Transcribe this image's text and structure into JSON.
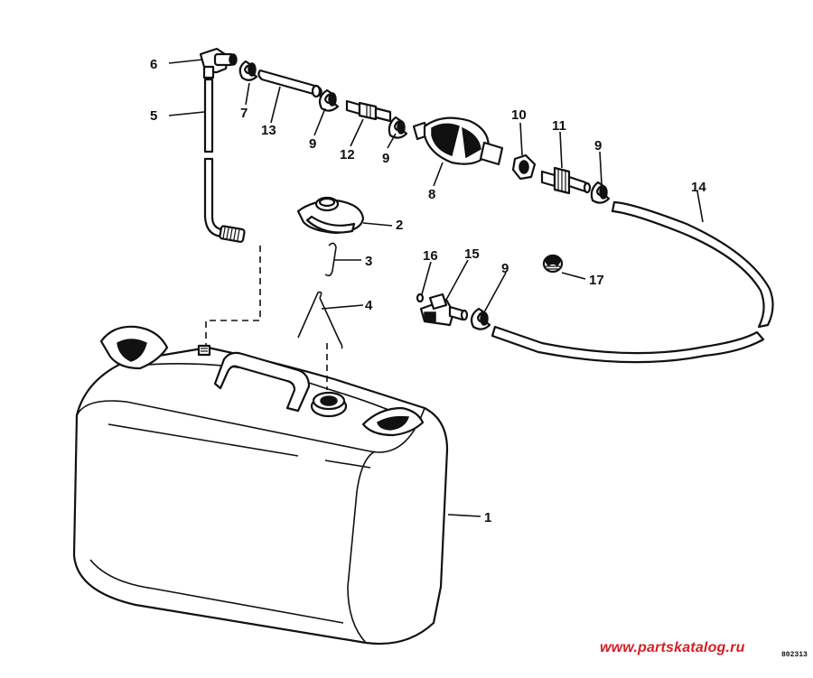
{
  "callouts": [
    {
      "id": "c1",
      "label": "1"
    },
    {
      "id": "c2",
      "label": "2"
    },
    {
      "id": "c3",
      "label": "3"
    },
    {
      "id": "c4",
      "label": "4"
    },
    {
      "id": "c5",
      "label": "5"
    },
    {
      "id": "c6",
      "label": "6"
    },
    {
      "id": "c7",
      "label": "7"
    },
    {
      "id": "c8",
      "label": "8"
    },
    {
      "id": "c9a",
      "label": "9"
    },
    {
      "id": "c9b",
      "label": "9"
    },
    {
      "id": "c9c",
      "label": "9"
    },
    {
      "id": "c9d",
      "label": "9"
    },
    {
      "id": "c10",
      "label": "10"
    },
    {
      "id": "c11",
      "label": "11"
    },
    {
      "id": "c12",
      "label": "12"
    },
    {
      "id": "c13",
      "label": "13"
    },
    {
      "id": "c14",
      "label": "14"
    },
    {
      "id": "c15",
      "label": "15"
    },
    {
      "id": "c16",
      "label": "16"
    },
    {
      "id": "c17",
      "label": "17"
    }
  ],
  "watermark": "www.partskatalog.ru",
  "figure_code": "802313",
  "colors": {
    "ink": "#111111",
    "watermark": "#d61f26",
    "background": "#ffffff"
  }
}
